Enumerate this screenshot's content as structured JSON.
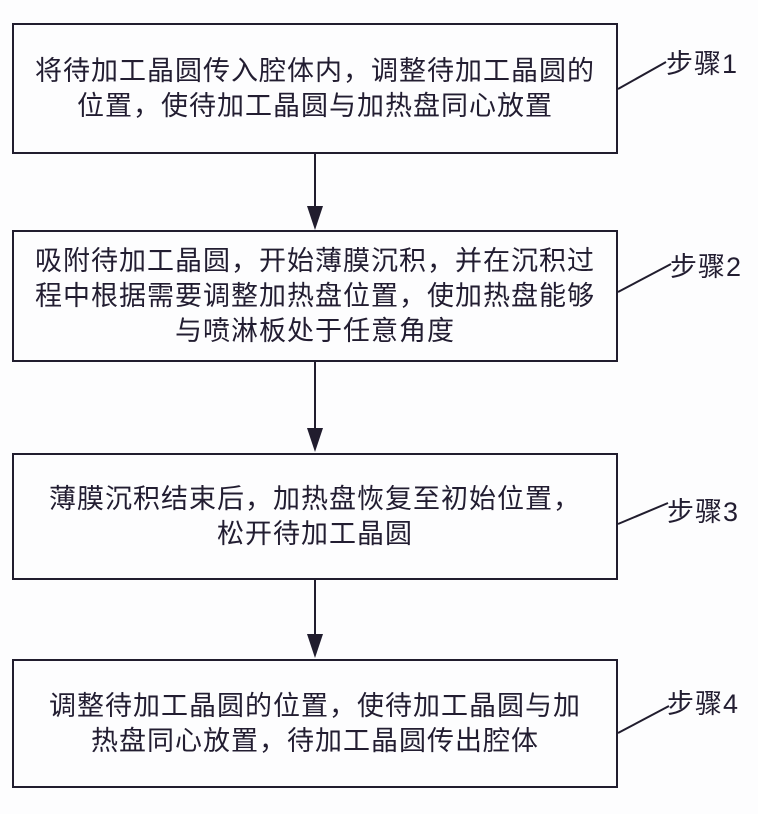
{
  "figure": {
    "type": "flowchart",
    "background_color": "#fdfdfe",
    "line_color": "#211d2e",
    "text_color": "#221d31"
  },
  "boxes": [
    {
      "id": "step-1",
      "lines": [
        "将待加工晶圆传入腔体内，调整待加工晶圆的",
        "位置，使待加工晶圆与加热盘同心放置"
      ],
      "label": "步骤1"
    },
    {
      "id": "step-2",
      "lines": [
        "吸附待加工晶圆，开始薄膜沉积，并在沉积过",
        "程中根据需要调整加热盘位置，使加热盘能够",
        "与喷淋板处于任意角度"
      ],
      "label": "步骤2"
    },
    {
      "id": "step-3",
      "lines": [
        "薄膜沉积结束后，加热盘恢复至初始位置，",
        "松开待加工晶圆"
      ],
      "label": "步骤3"
    },
    {
      "id": "step-4",
      "lines": [
        "调整待加工晶圆的位置，使待加工晶圆与加",
        "热盘同心放置，待加工晶圆传出腔体"
      ],
      "label": "步骤4"
    }
  ]
}
